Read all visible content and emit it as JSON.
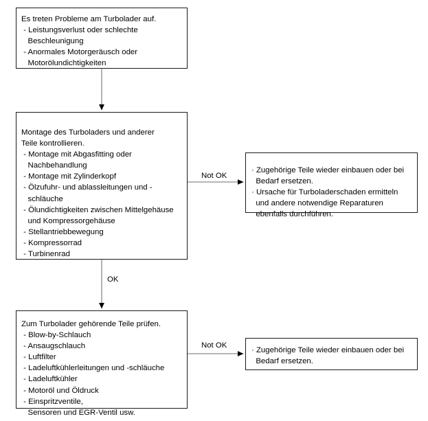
{
  "diagram": {
    "title": "Turbolader Fehlersuche Ablaufdiagramm",
    "language": "de",
    "colors": {
      "background": "#ffffff",
      "node_border": "#1a1a1a",
      "node_fill": "#ffffff",
      "connector_line": "#808080",
      "arrow_head": "#000000",
      "text": "#000000"
    },
    "nodes": {
      "symptom": {
        "id": "node-symptom",
        "text": "Es treten Probleme am Turbolader auf.\n - Leistungsverlust oder schlechte\n   Beschleunigung\n - Anormales Motorgeräusch oder\n   Motorölundichtigkeiten",
        "lines": [
          "Es treten Probleme am Turbolader auf.",
          " - Leistungsverlust oder schlechte",
          "   Beschleunigung",
          " - Anormales Motorgeräusch oder",
          "   Motorölundichtigkeiten"
        ]
      },
      "inspect_mounting": {
        "id": "node-inspect-mounting",
        "text": "Montage des Turboladers und anderer\nTeile kontrollieren.\n - Montage mit Abgasfitting oder\n   Nachbehandlung\n - Montage mit Zylinderkopf\n - Ölzufuhr- und ablassleitungen und -\n   schläuche\n - Ölundichtigkeiten zwischen Mittelgehäuse\n   und Kompressorgehäuse\n - Stellantriebbewegung\n - Kompressorrad\n - Turbinenrad",
        "lines": [
          "Montage des Turboladers und anderer",
          "Teile kontrollieren.",
          " - Montage mit Abgasfitting oder",
          "   Nachbehandlung",
          " - Montage mit Zylinderkopf",
          " - Ölzufuhr- und ablassleitungen und -",
          "   schläuche",
          " - Ölundichtigkeiten zwischen Mittelgehäuse",
          "   und Kompressorgehäuse",
          " - Stellantriebbewegung",
          " - Kompressorrad",
          " - Turbinenrad"
        ]
      },
      "inspect_parts": {
        "id": "node-inspect-parts",
        "text": "Zum Turbolader gehörende Teile prüfen.\n - Blow-by-Schlauch\n - Ansaugschlauch\n - Luftfilter\n - Ladeluftkühlerleitungen und -schläuche\n - Ladeluftkühler\n - Motoröl und Öldruck\n - Einspritzventile,\n   Sensoren und EGR-Ventil usw.",
        "lines": [
          "Zum Turbolader gehörende Teile prüfen.",
          " - Blow-by-Schlauch",
          " - Ansaugschlauch",
          " - Luftfilter",
          " - Ladeluftkühlerleitungen und -schläuche",
          " - Ladeluftkühler",
          " - Motoröl und Öldruck",
          " - Einspritzventile,",
          "   Sensoren und EGR-Ventil usw."
        ]
      },
      "action_mounting": {
        "id": "node-action-mounting",
        "text": "· Zugehörige Teile wieder einbauen oder bei\n  Bedarf ersetzen.\n· Ursache für Turboladerschaden ermitteln\n  und andere notwendige Reparaturen\n  ebenfalls durchführen.",
        "lines": [
          "· Zugehörige Teile wieder einbauen oder bei",
          "  Bedarf ersetzen.",
          "· Ursache für Turboladerschaden ermitteln",
          "  und andere notwendige Reparaturen",
          "  ebenfalls durchführen."
        ]
      },
      "action_parts": {
        "id": "node-action-parts",
        "text": "· Zugehörige Teile wieder einbauen oder bei\n  Bedarf ersetzen.",
        "lines": [
          "· Zugehörige Teile wieder einbauen oder bei",
          "  Bedarf ersetzen."
        ]
      }
    },
    "edges": {
      "symptom_to_inspect_mounting": {
        "label": ""
      },
      "inspect_mounting_to_action_mounting": {
        "label": "Not OK"
      },
      "inspect_mounting_to_inspect_parts": {
        "label": "OK"
      },
      "inspect_parts_to_action_parts": {
        "label": "Not OK"
      }
    }
  }
}
